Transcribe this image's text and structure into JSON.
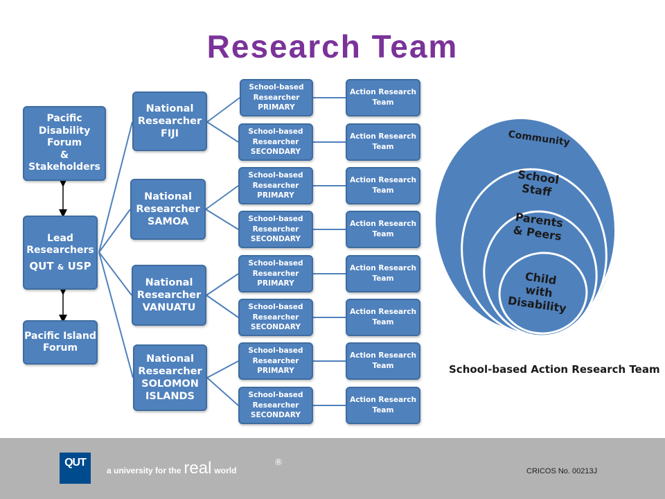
{
  "title": "Research Team",
  "left": {
    "pacific_forum": "Pacific Disability\nForum\n&\nStakeholders",
    "lead_line1": "Lead\nResearchers",
    "lead_qut": "QUT",
    "lead_amp": "&",
    "lead_usp": "USP",
    "island_forum": "Pacific Island\nForum"
  },
  "national": [
    "National\nResearcher\nFIJI",
    "National\nResearcher\nSAMOA",
    "National\nResearcher\nVANUATU",
    "National\nResearcher\nSOLOMON\nISLANDS"
  ],
  "school_based": [
    "School-based\nResearcher\nPRIMARY",
    "School-based\nResearcher\nSECONDARY",
    "School-based\nResearcher\nPRIMARY",
    "School-based\nResearcher\nSECONDARY",
    "School-based\nResearcher\nPRIMARY",
    "School-based\nResearcher\nSECONDARY",
    "School-based\nResearcher\nPRIMARY",
    "School-based\nResearcher\nSECONDARY"
  ],
  "action": [
    "Action Research\nTeam",
    "Action Research\nTeam",
    "Action Research\nTeam",
    "Action Research\nTeam",
    "Action Research\nTeam",
    "Action Research\nTeam",
    "Action Research\nTeam",
    "Action Research\nTeam"
  ],
  "circles": {
    "community": "Community",
    "school_staff": "School\nStaff",
    "parents": "Parents\n& Peers",
    "child": "Child\nwith\nDisability",
    "caption": "School-based Action Research Team"
  },
  "footer": {
    "logo": "QUT",
    "tagline_a": "a university for the",
    "tagline_b": "real",
    "tagline_c": "world",
    "registered": "®",
    "cricos": "CRICOS No. 00213J"
  },
  "colors": {
    "box_fill": "#4f81bd",
    "title": "#7a3399",
    "footer": "#b3b3b3"
  }
}
